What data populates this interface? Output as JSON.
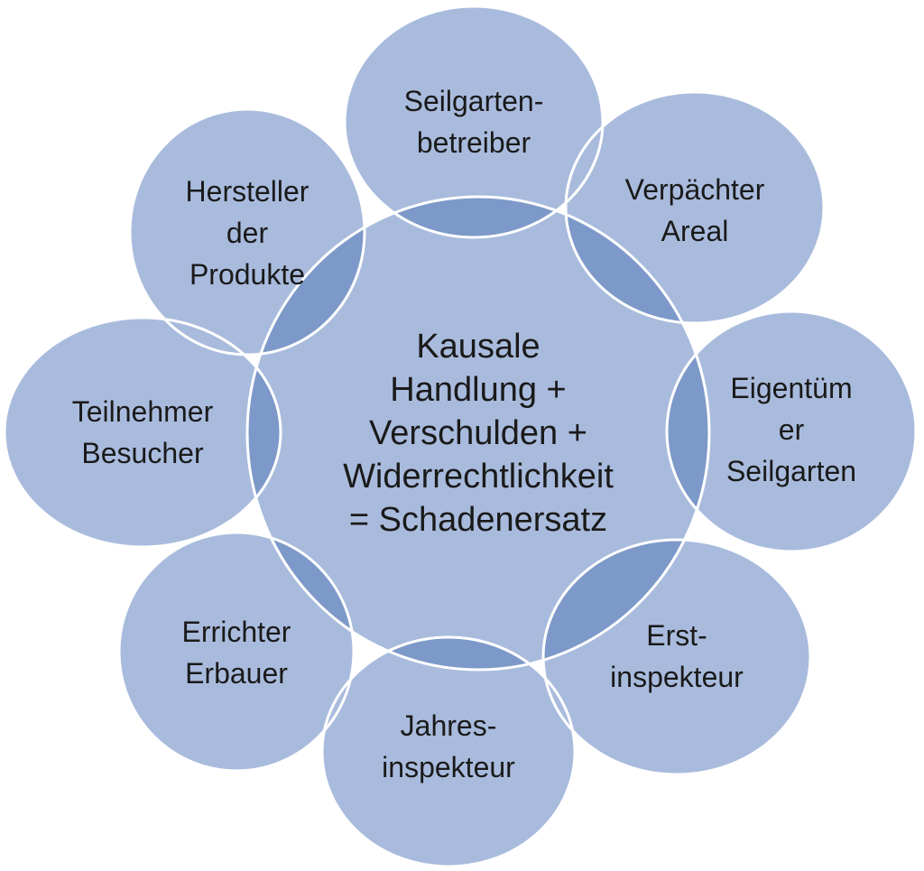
{
  "diagram": {
    "center": {
      "lines": [
        "Kausale",
        "Handlung +",
        "Verschulden +",
        "Widerrechtlichkeit",
        "= Schadenersatz"
      ]
    },
    "nodes": [
      {
        "id": "seilgartenbetreiber",
        "lines": [
          "Seilgarten-",
          "betreiber"
        ]
      },
      {
        "id": "verpaechter",
        "lines": [
          "Verpächter",
          "Areal"
        ]
      },
      {
        "id": "eigentuemer",
        "lines": [
          "Eigentüm",
          "er",
          "Seilgarten"
        ]
      },
      {
        "id": "erstinspekteur",
        "lines": [
          "Erst-",
          "inspekteur"
        ]
      },
      {
        "id": "jahresinspekteur",
        "lines": [
          "Jahres-",
          "inspekteur"
        ]
      },
      {
        "id": "errichter",
        "lines": [
          "Errichter",
          "Erbauer"
        ]
      },
      {
        "id": "teilnehmer",
        "lines": [
          "Teilnehmer",
          "Besucher"
        ]
      },
      {
        "id": "hersteller",
        "lines": [
          "Hersteller",
          "der",
          "Produkte"
        ]
      }
    ],
    "colors": {
      "fill": "#a9bbdd",
      "overlap": "#7d99c9",
      "stroke": "#ffffff"
    }
  }
}
